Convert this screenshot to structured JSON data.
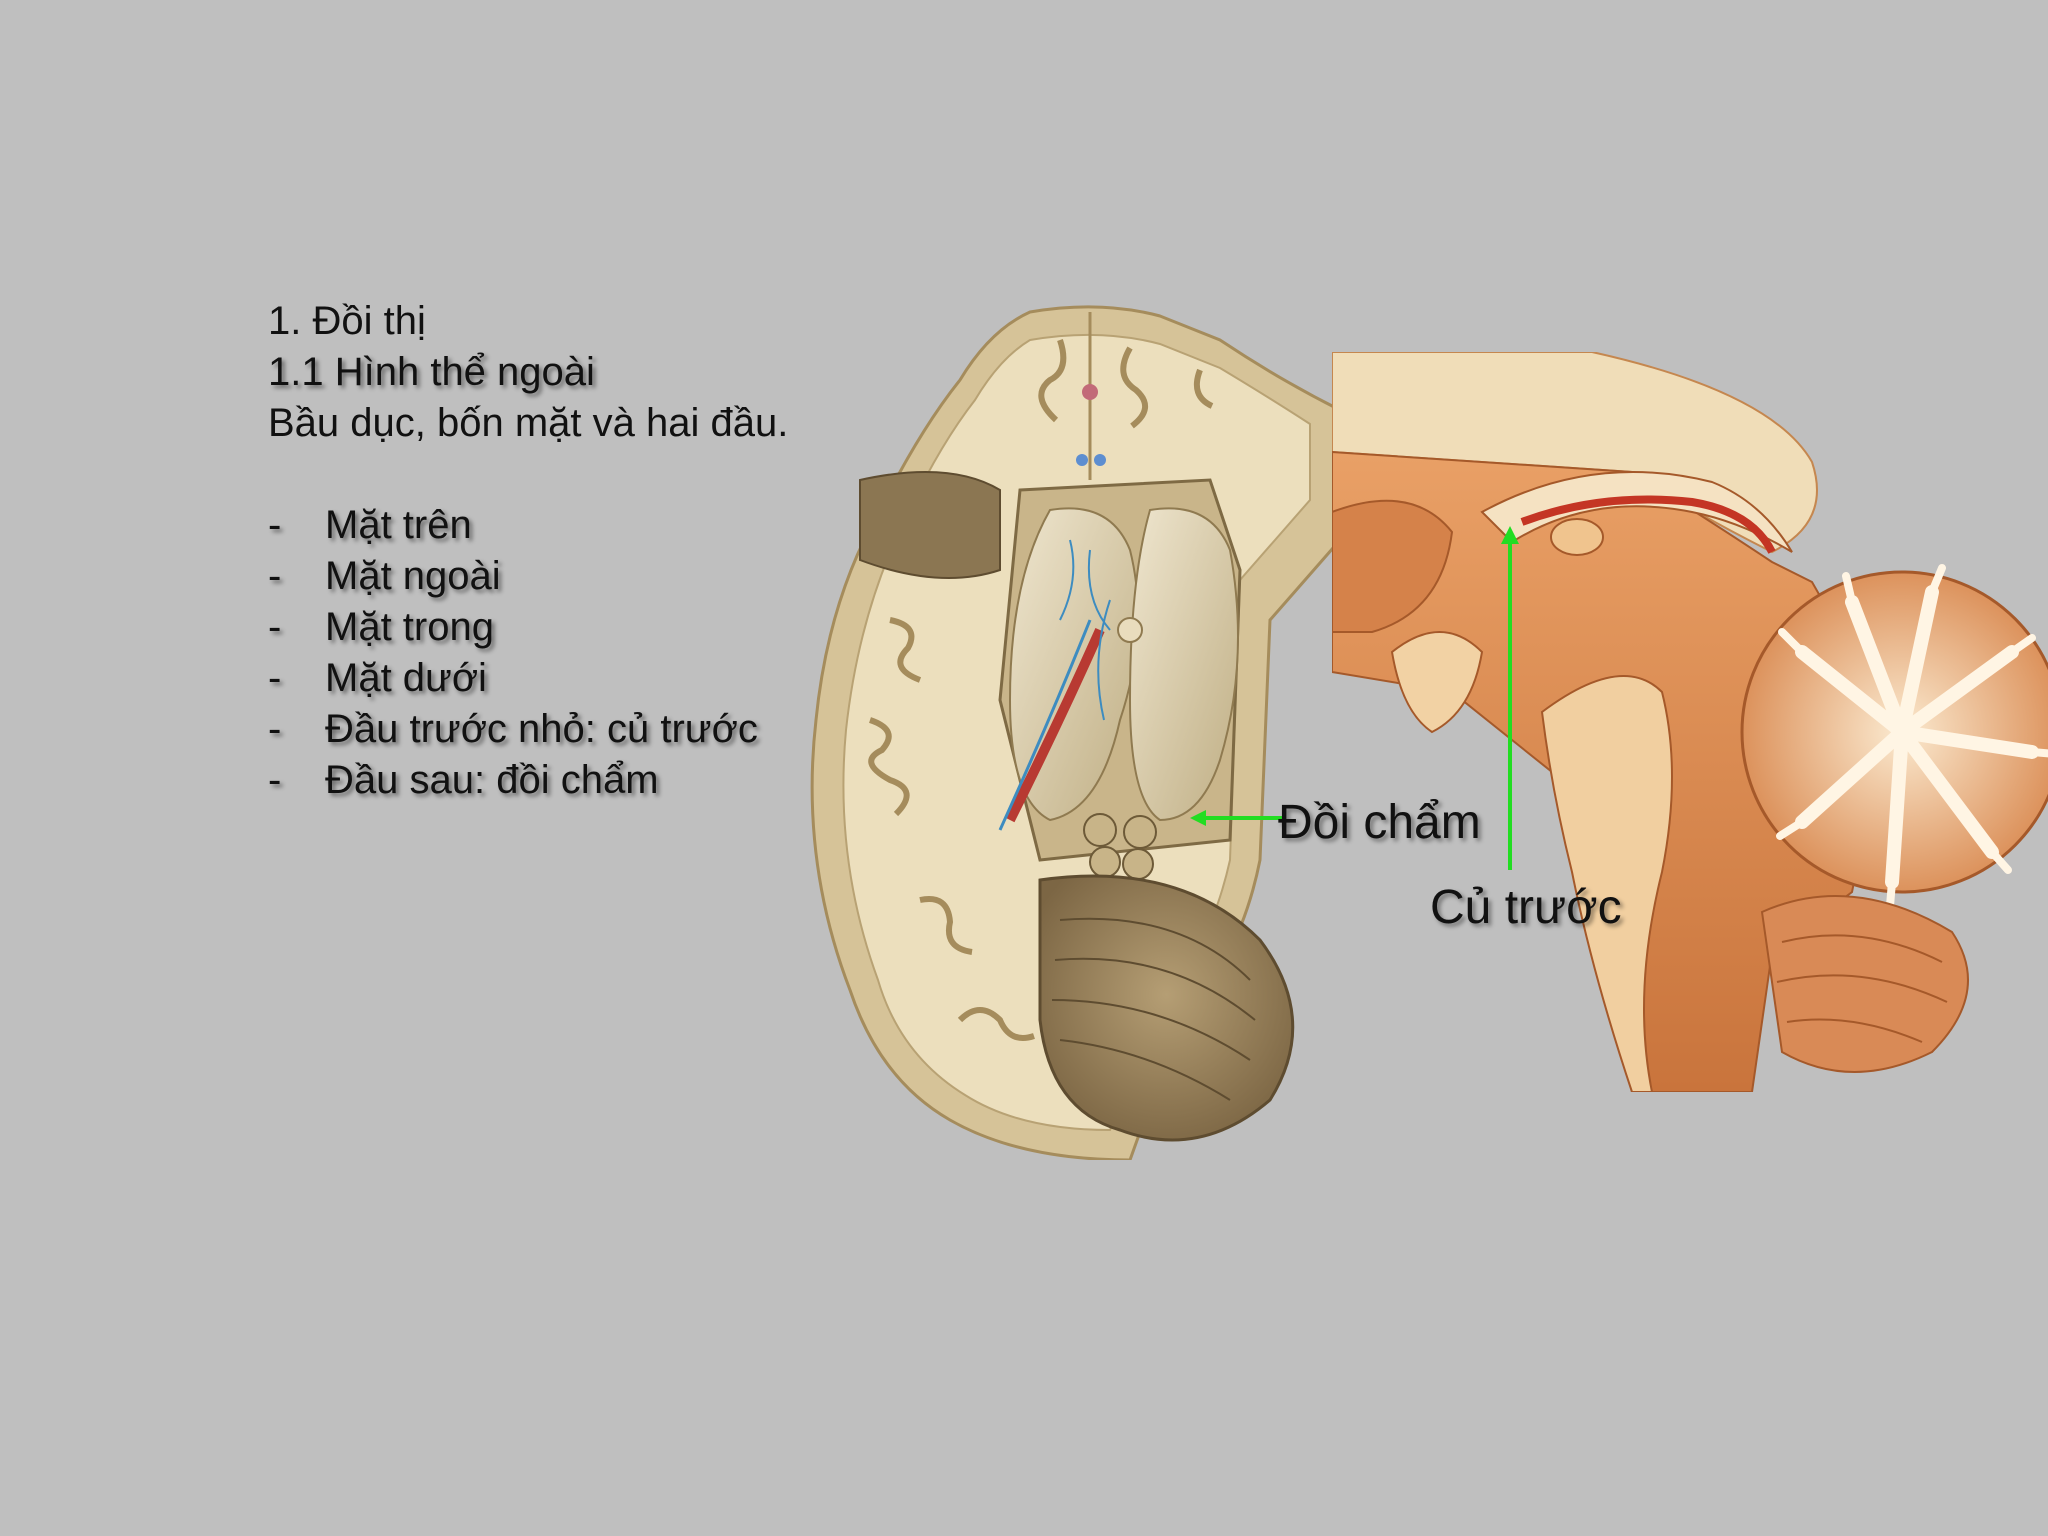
{
  "heading": "1. Đồi thị",
  "subheading": "1.1 Hình thể ngoài",
  "description": "Bầu dục, bốn mặt và hai đầu.",
  "bullets": [
    {
      "dash": "-",
      "text": "Mặt trên"
    },
    {
      "dash": "-",
      "text": "Mặt ngoài"
    },
    {
      "dash": "-",
      "text": "Mặt trong"
    },
    {
      "dash": "-",
      "text": "Mặt dưới"
    },
    {
      "dash": "-",
      "text": "Đầu trước nhỏ: củ trước"
    },
    {
      "dash": "-",
      "text": "Đầu sau: đồi chẩm"
    }
  ],
  "labels": {
    "pulvinar": "Đồi chẩm",
    "anterior_tubercle": "Củ trước"
  },
  "colors": {
    "background": "#bfbfbf",
    "arrow": "#22dd22"
  }
}
